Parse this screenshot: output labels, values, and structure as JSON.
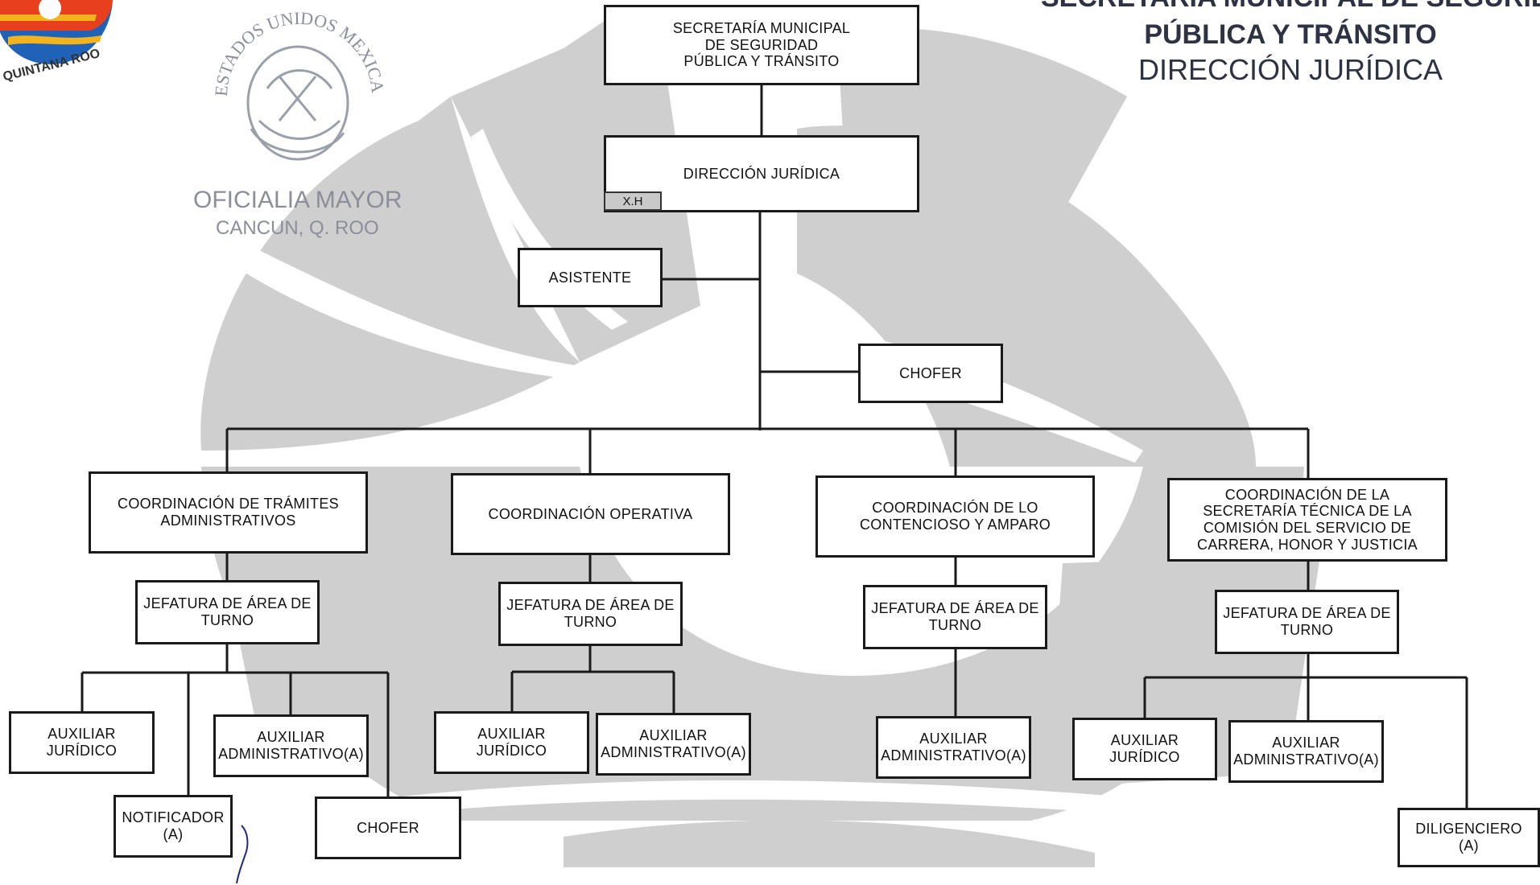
{
  "header": {
    "line1": "SECRETARÍA MUNICIPAL DE SEGURIDAD",
    "line2": "PÚBLICA Y TRÁNSITO",
    "line3": "DIRECCIÓN JURÍDICA"
  },
  "seal": {
    "arc_text": "ESTADOS UNIDOS MEXICANOS",
    "office": "OFICIALIA MAYOR",
    "city": "CANCUN, Q. ROO"
  },
  "logo": {
    "text": "QUINTANA ROO"
  },
  "org": {
    "secretaria": "SECRETARÍA MUNICIPAL\nDE SEGURIDAD\nPÚBLICA Y TRÁNSITO",
    "direccion": "DIRECCIÓN JURÍDICA",
    "direccion_tag": "X.H",
    "asistente": "ASISTENTE",
    "chofer_top": "CHOFER",
    "coord1": "COORDINACIÓN DE TRÁMITES\nADMINISTRATIVOS",
    "coord2": "COORDINACIÓN OPERATIVA",
    "coord3": "COORDINACIÓN DE LO\nCONTENCIOSO Y AMPARO",
    "coord4": "COORDINACIÓN DE LA\nSECRETARÍA TÉCNICA DE LA\nCOMISIÓN DEL SERVICIO DE\nCARRERA, HONOR Y JUSTICIA",
    "jefatura": "JEFATURA DE ÁREA DE\nTURNO",
    "aux_juridico": "AUXILIAR\nJURÍDICO",
    "aux_admin": "AUXILIAR\nADMINISTRATIVO(A)",
    "notificador": "NOTIFICADOR\n(A)",
    "chofer": "CHOFER",
    "diligenciero": "DILIGENCIERO (A)"
  }
}
